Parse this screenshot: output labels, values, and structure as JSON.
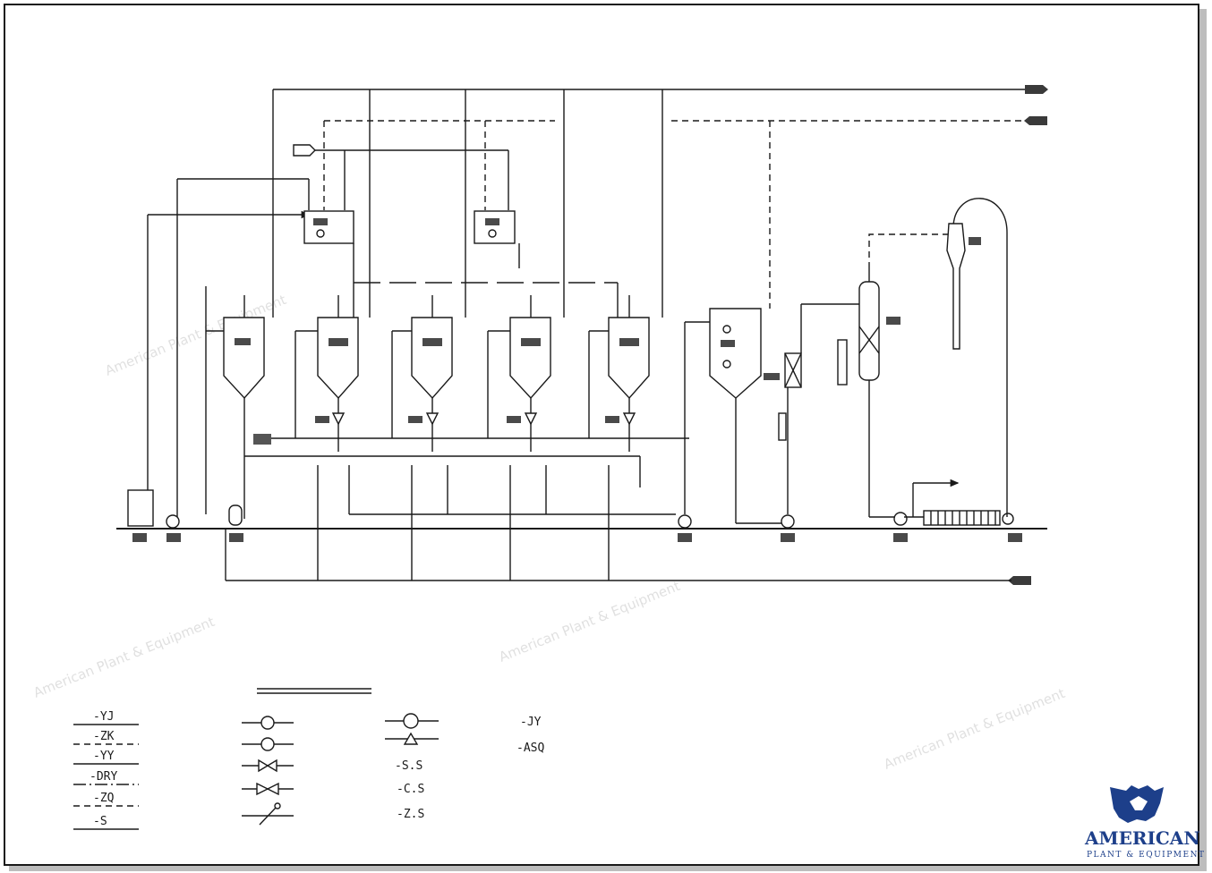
{
  "legend": {
    "line_codes": [
      "-YJ",
      "-ZK",
      "-YY",
      "-DRY",
      "-ZQ",
      "-S"
    ],
    "symbol_codes": [
      "-S.S",
      "-C.S",
      "-Z.S"
    ],
    "extra_codes": [
      "-JY",
      "-ASQ"
    ]
  },
  "logo": {
    "name": "AMERICAN",
    "subtitle": "PLANT & EQUIPMENT"
  },
  "watermark": "American Plant & Equipment",
  "colors": {
    "line": "#1a1a1a",
    "logo": "#1d3f8a",
    "tag": "#4a4a4a"
  }
}
